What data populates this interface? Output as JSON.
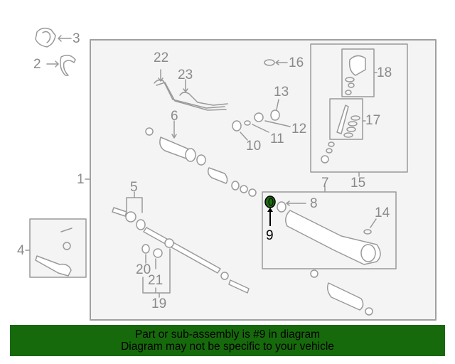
{
  "diagram": {
    "highlighted_part": "9",
    "highlight_color": "#1f6b12",
    "line_color": "#9a9a9a",
    "panel_background": "#f4f4f4",
    "callouts": [
      {
        "id": "1",
        "label": "1"
      },
      {
        "id": "2",
        "label": "2"
      },
      {
        "id": "3",
        "label": "3"
      },
      {
        "id": "4",
        "label": "4"
      },
      {
        "id": "5",
        "label": "5"
      },
      {
        "id": "6",
        "label": "6"
      },
      {
        "id": "7",
        "label": "7"
      },
      {
        "id": "8",
        "label": "8"
      },
      {
        "id": "9",
        "label": "9"
      },
      {
        "id": "10",
        "label": "10"
      },
      {
        "id": "11",
        "label": "11"
      },
      {
        "id": "12",
        "label": "12"
      },
      {
        "id": "13",
        "label": "13"
      },
      {
        "id": "14",
        "label": "14"
      },
      {
        "id": "15",
        "label": "15"
      },
      {
        "id": "16",
        "label": "16"
      },
      {
        "id": "17",
        "label": "17"
      },
      {
        "id": "18",
        "label": "18"
      },
      {
        "id": "19",
        "label": "19"
      },
      {
        "id": "20",
        "label": "20"
      },
      {
        "id": "21",
        "label": "21"
      },
      {
        "id": "22",
        "label": "22"
      },
      {
        "id": "23",
        "label": "23"
      }
    ]
  },
  "banner": {
    "line1": "Part or sub-assembly is #9 in diagram",
    "line2": "Diagram may not be specific to your vehicle",
    "background": "#176a0c"
  }
}
